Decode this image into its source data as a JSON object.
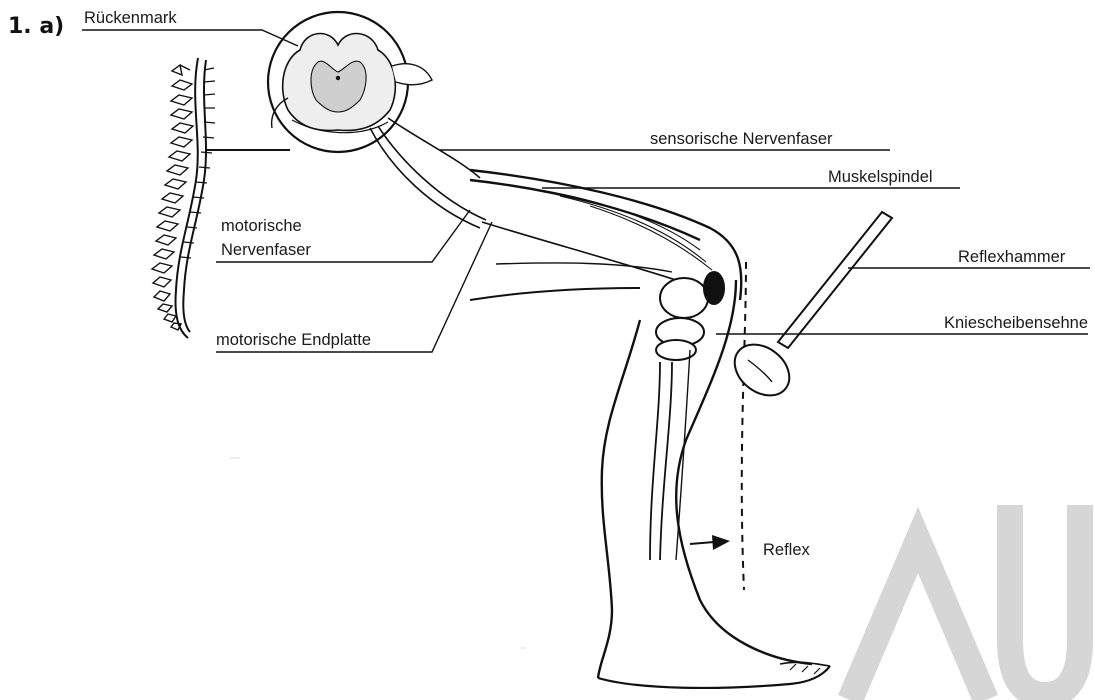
{
  "task": {
    "number": "1. a)"
  },
  "labels": {
    "spinal_cord": "Rückenmark",
    "sensory_nerve_fiber": "sensorische Nervenfaser",
    "muscle_spindle": "Muskelspindel",
    "motor_nerve_fiber_line1": "motorische",
    "motor_nerve_fiber_line2": "Nervenfaser",
    "reflex_hammer": "Reflexhammer",
    "patellar_tendon": "Kniescheibensehne",
    "motor_end_plate": "motorische Endplatte",
    "reflex": "Reflex"
  },
  "watermark": {
    "text": "AU",
    "color": "#d6d6d6"
  },
  "colors": {
    "ink": "#111111",
    "watermark": "#d6d6d6",
    "background": "#ffffff"
  }
}
